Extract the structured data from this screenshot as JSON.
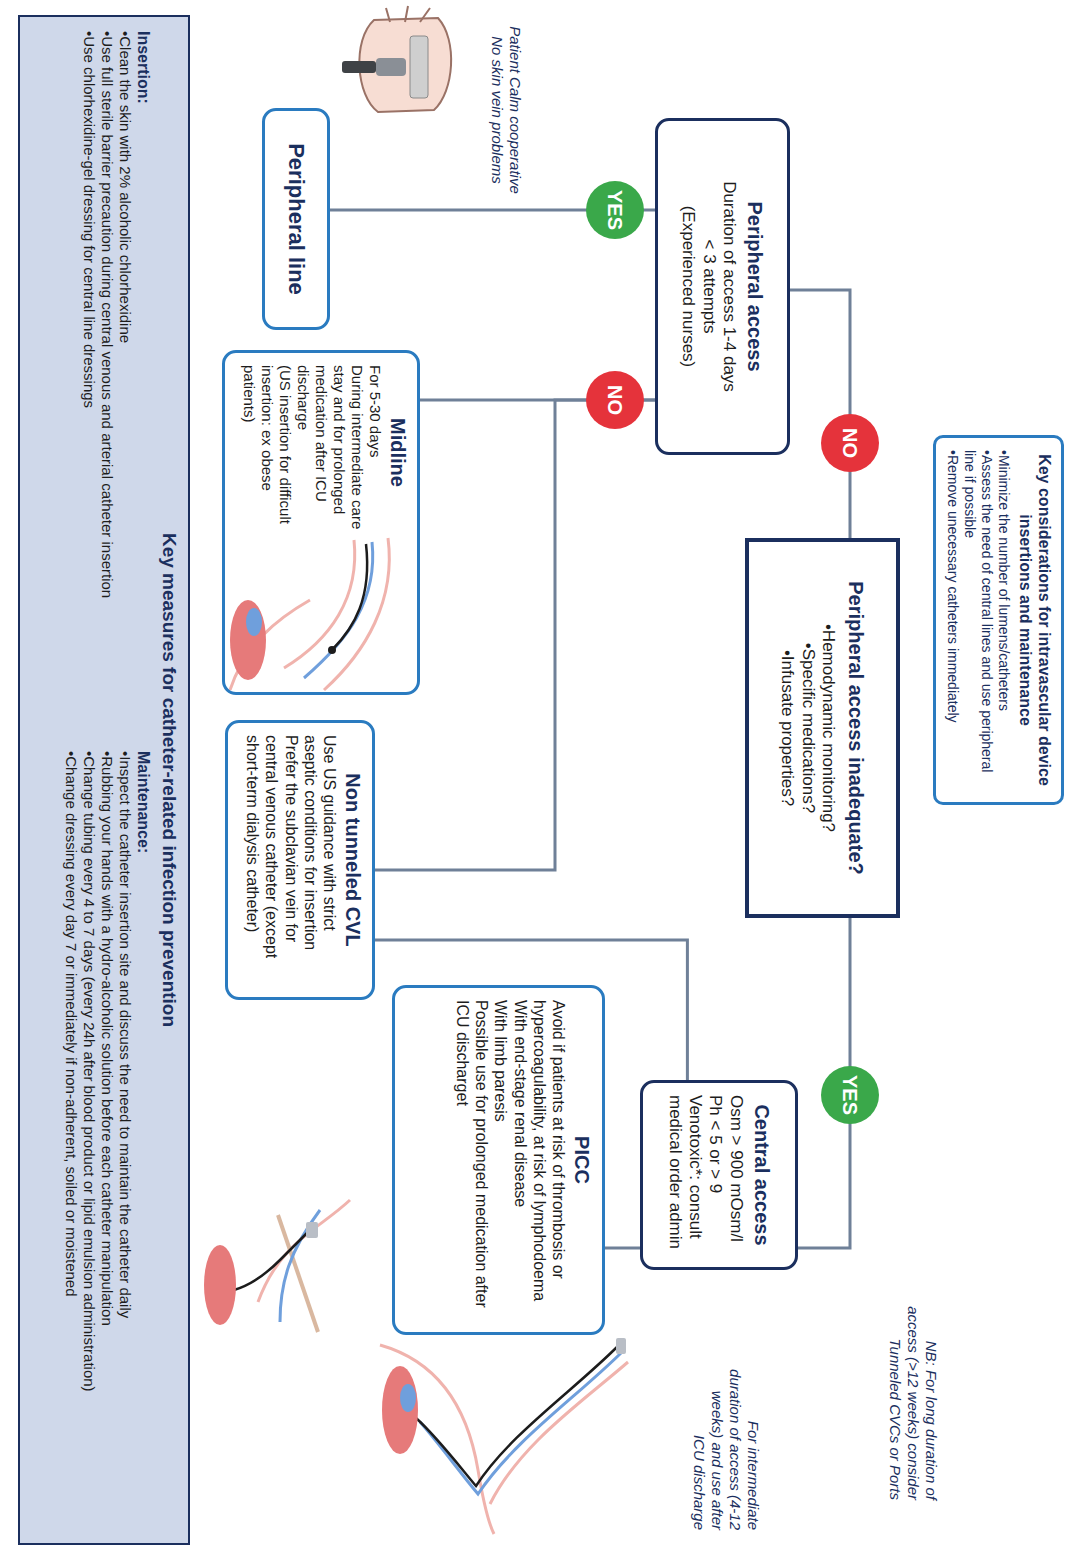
{
  "diagram": {
    "nodes": [
      {
        "text": [
          "Key considerations for intravascular device insertions and maintenance",
          "•Minimize the number of lumens/catheters",
          "•Assess the need of central lines and use peripheral line if possible",
          "•Remove unecessary catheters immediately"
        ]
      },
      {
        "text": [
          "Peripheral access inadequate?",
          "•Hemodynamic monitoring?",
          "•Specific medications?",
          "•Infusate properties?"
        ]
      },
      {
        "text": [
          "Peripheral access",
          "Duration of access 1-4 days",
          "< 3 attempts",
          "(Experienced nurses)"
        ]
      },
      {
        "text": [
          "Central access",
          "Osm > 900 mOsm/l",
          "Ph < 5 or > 9",
          "Venotoxic*: consult medical order admin"
        ]
      },
      {
        "text": [
          "Peripheral line"
        ]
      },
      {
        "text": [
          "Midline",
          "For 5-30 days",
          "During intermediate care stay and for prolonged medication after ICU discharge",
          "(US insertion for difficult insertion: ex obese patients)"
        ]
      },
      {
        "text": [
          "Non tunneled CVL",
          "Use US guidance with strict aseptic conditions for insertion",
          "Prefer the subclavian vein for central venous catheter (except short-term dialysis catheter)"
        ]
      },
      {
        "text": [
          "PICC",
          "Avoid if patients at risk of thrombosis or hypercoagulability, at risk of lymphodoema",
          "With end-stage renal disease",
          "With limb paresis",
          "Possible use for prolonged medication after ICU discharget"
        ]
      },
      {
        "text": [
          "Key measures for catheter-related infection prevention",
          "Insertion:",
          "•Clean the skin with 2% alcoholic chlorhexidine",
          "•Use full sterile barrier precaution during central venous and arterial catheter insertion",
          "•Use chlorhexidine-gel dressing for central line dressings",
          "Maintenance:",
          "•Inspect the catheter insertion site and discuss the need to maintain the catheter daily",
          "•Rubbing your hands with a hydro-alcoholic solution before each catheter manipulation",
          "•Change tubing every 4 to 7 days (every 24h after blood product or lipid emulsion administration)",
          "•Change dressing every day 7 or immediately if non-adherent, soiled or moistened"
        ]
      }
    ],
    "edges": [
      {
        "from": 1,
        "to": 2,
        "label": "NO",
        "arrow": "none"
      },
      {
        "from": 1,
        "to": 3,
        "label": "YES",
        "arrow": "none"
      },
      {
        "from": 2,
        "to": 4,
        "label": "YES",
        "arrow": "none"
      },
      {
        "from": 2,
        "to": 5,
        "label": "NO",
        "arrow": "none"
      },
      {
        "from": 2,
        "to": 6,
        "arrow": "none"
      },
      {
        "from": 3,
        "to": 7,
        "arrow": "none"
      },
      {
        "from": 3,
        "to": 6,
        "arrow": "none"
      }
    ],
    "labels": [
      "Patient Calm cooperative No skin vein problems",
      "NB: For long duration of access (>12 weeks) consider Tunneled CVCs or Ports",
      "For intermediate duration of access (4-12 weeks) and use after ICU discharge"
    ]
  }
}
